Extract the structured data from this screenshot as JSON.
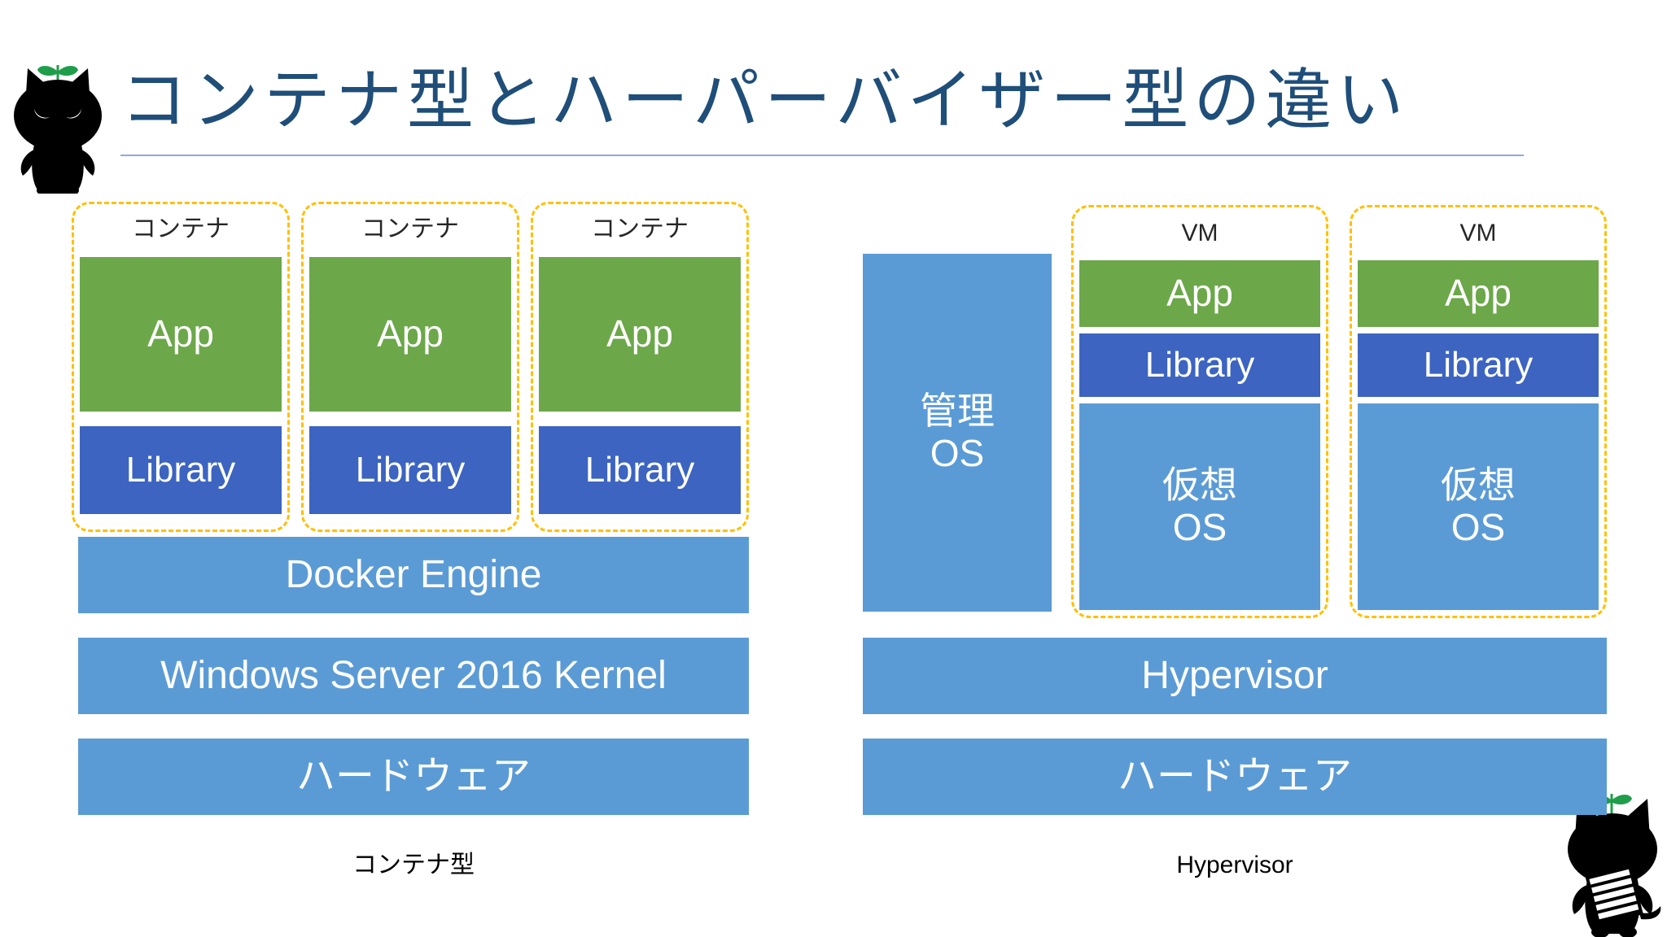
{
  "slide": {
    "title": "コンテナ型とハーパーバイザー型の違い",
    "background_color": "#FFFFFF",
    "title_color": "#1F4E79",
    "rule_color": "#8FAADC"
  },
  "palette": {
    "app_green": "#6CA74A",
    "library_blue": "#3C64C0",
    "platform_blue": "#5B9BD5",
    "dashed_border": "#FFC000",
    "label_text": "#262626"
  },
  "mascots": [
    {
      "name": "black-cat-with-sprout",
      "position": "top-left",
      "body_color": "#000000",
      "sprout_color": "#1E9E4A"
    },
    {
      "name": "black-cat-with-sprout-back",
      "position": "bottom-right",
      "body_color": "#000000",
      "sprout_color": "#1E9E4A"
    }
  ],
  "container_side": {
    "caption": "コンテナ型",
    "containers": [
      {
        "label": "コンテナ",
        "app": "App",
        "library": "Library"
      },
      {
        "label": "コンテナ",
        "app": "App",
        "library": "Library"
      },
      {
        "label": "コンテナ",
        "app": "App",
        "library": "Library"
      }
    ],
    "platform_bars": [
      "Docker Engine",
      "Windows Server 2016 Kernel",
      "ハードウェア"
    ]
  },
  "hypervisor_side": {
    "caption": "Hypervisor",
    "management_os": {
      "line1": "管理",
      "line2": "OS"
    },
    "vms": [
      {
        "label": "VM",
        "app": "App",
        "library": "Library",
        "guest_os_line1": "仮想",
        "guest_os_line2": "OS"
      },
      {
        "label": "VM",
        "app": "App",
        "library": "Library",
        "guest_os_line1": "仮想",
        "guest_os_line2": "OS"
      }
    ],
    "platform_bars": [
      "Hypervisor",
      "ハードウェア"
    ]
  }
}
